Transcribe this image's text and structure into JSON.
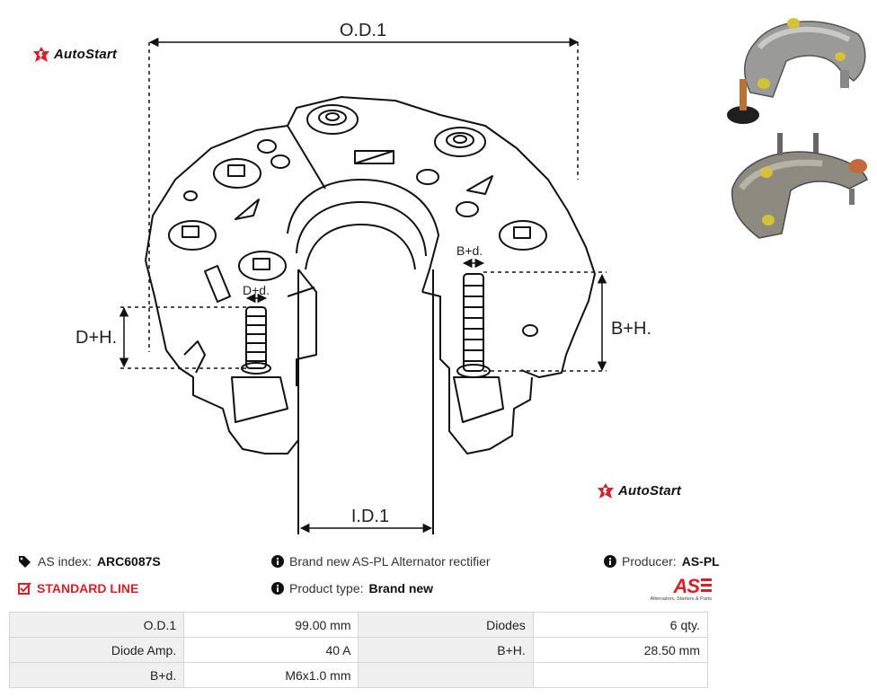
{
  "brand": {
    "name": "AutoStart"
  },
  "diagram": {
    "labels": {
      "od": "O.D.1",
      "id": "I.D.1",
      "dh": "D+H.",
      "bh": "B+H.",
      "dd": "D+d.",
      "bd": "B+d."
    }
  },
  "info": {
    "as_index_label": "AS index:",
    "as_index_value": "ARC6087S",
    "line": "STANDARD LINE",
    "description": "Brand new AS-PL Alternator rectifier",
    "product_type_label": "Product type:",
    "product_type_value": "Brand new",
    "producer_label": "Producer:",
    "producer_value": "AS-PL",
    "logo_text": "AS",
    "logo_tagline": "Alternators, Starters & Parts"
  },
  "specs": [
    {
      "k1": "O.D.1",
      "v1": "99.00 mm",
      "k2": "Diodes",
      "v2": "6 qty."
    },
    {
      "k1": "Diode Amp.",
      "v1": "40 A",
      "k2": "B+H.",
      "v2": "28.50 mm"
    },
    {
      "k1": "B+d.",
      "v1": "M6x1.0 mm",
      "k2": "",
      "v2": ""
    }
  ],
  "colors": {
    "accent_red": "#d6202a"
  }
}
